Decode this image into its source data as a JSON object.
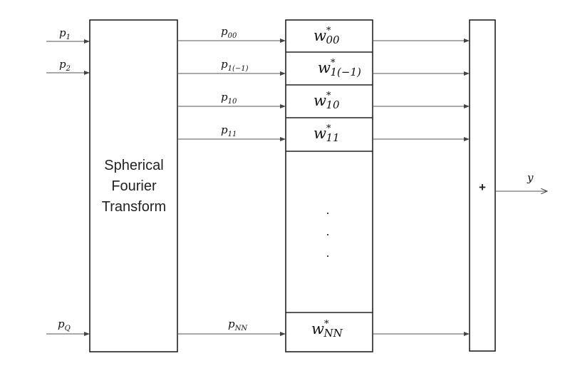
{
  "inputs": [
    {
      "base": "p",
      "sub": "1"
    },
    {
      "base": "p",
      "sub": "2"
    },
    {
      "base": "p",
      "sub": "Q"
    }
  ],
  "transform": {
    "lines": [
      "Spherical",
      "Fourier",
      "Transform"
    ]
  },
  "coefficients": [
    {
      "base": "p",
      "sub": "00"
    },
    {
      "base": "p",
      "sub": "1(−1)"
    },
    {
      "base": "p",
      "sub": "10"
    },
    {
      "base": "p",
      "sub": "11"
    },
    {
      "base": "p",
      "sub": "NN"
    }
  ],
  "weights": [
    {
      "base": "w",
      "sup": "*",
      "sub": "00"
    },
    {
      "base": "w",
      "sup": "*",
      "sub": "1(−1)"
    },
    {
      "base": "w",
      "sup": "*",
      "sub": "10"
    },
    {
      "base": "w",
      "sup": "*",
      "sub": "11"
    },
    {
      "base": "w",
      "sup": "*",
      "sub": "NN"
    }
  ],
  "ellipsis": ".",
  "summer": {
    "label": "+"
  },
  "output": {
    "label": "y"
  },
  "colors": {
    "stroke": "#222222",
    "wire": "#555555",
    "text": "#111111"
  }
}
